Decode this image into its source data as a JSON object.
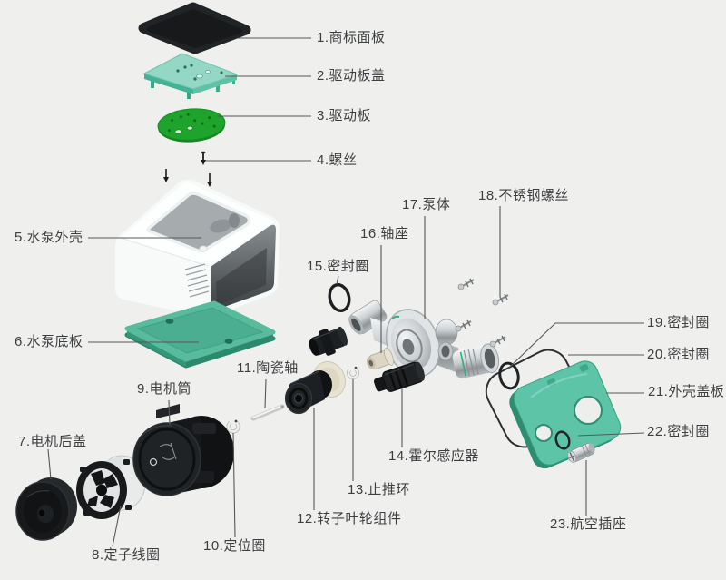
{
  "diagram_title": "水泵爆炸图 (water pump exploded view)",
  "background_color": "#eff0ee",
  "label_text_color": "#3d3e40",
  "leader_line_color": "#55585a",
  "colors": {
    "black_part": "#1d2022",
    "teal_cover_light": "#94d7c4",
    "pcb_green": "#1ea42c",
    "housing_white": "#f8fafa",
    "teal_plate": "#58bb9c",
    "teal_plate_dark": "#2e8c70",
    "chrome_light": "#f2f4f5",
    "chrome_dark": "#8f9497",
    "cream": "#e8e2d2",
    "green_accent": "#2fae7e"
  },
  "parts": [
    {
      "num": "1",
      "label": "1.商标面板",
      "name": "trademark-panel"
    },
    {
      "num": "2",
      "label": "2.驱动板盖",
      "name": "driver-board-cover"
    },
    {
      "num": "3",
      "label": "3.驱动板",
      "name": "driver-board"
    },
    {
      "num": "4",
      "label": "4.螺丝",
      "name": "screws"
    },
    {
      "num": "5",
      "label": "5.水泵外壳",
      "name": "pump-housing"
    },
    {
      "num": "6",
      "label": "6.水泵底板",
      "name": "pump-bottom-plate"
    },
    {
      "num": "7",
      "label": "7.电机后盖",
      "name": "motor-rear-cover"
    },
    {
      "num": "8",
      "label": "8.定子线圈",
      "name": "stator-coil"
    },
    {
      "num": "9",
      "label": "9.电机筒",
      "name": "motor-barrel"
    },
    {
      "num": "10",
      "label": "10.定位圈",
      "name": "positioning-ring"
    },
    {
      "num": "11",
      "label": "11.陶瓷轴",
      "name": "ceramic-shaft"
    },
    {
      "num": "12",
      "label": "12.转子叶轮组件",
      "name": "rotor-impeller-assembly"
    },
    {
      "num": "13",
      "label": "13.止推环",
      "name": "thrust-ring"
    },
    {
      "num": "14",
      "label": "14.霍尔感应器",
      "name": "hall-sensor"
    },
    {
      "num": "15",
      "label": "15.密封圈",
      "name": "seal-ring-15"
    },
    {
      "num": "16",
      "label": "16.轴座",
      "name": "shaft-seat"
    },
    {
      "num": "17",
      "label": "17.泵体",
      "name": "pump-body"
    },
    {
      "num": "18",
      "label": "18.不锈钢螺丝",
      "name": "stainless-screws"
    },
    {
      "num": "19",
      "label": "19.密封圈",
      "name": "seal-ring-19"
    },
    {
      "num": "20",
      "label": "20.密封圈",
      "name": "seal-ring-20"
    },
    {
      "num": "21",
      "label": "21.外壳盖板",
      "name": "housing-cover-plate"
    },
    {
      "num": "22",
      "label": "22.密封圈",
      "name": "seal-ring-22"
    },
    {
      "num": "23",
      "label": "23.航空插座",
      "name": "aviation-socket"
    }
  ]
}
